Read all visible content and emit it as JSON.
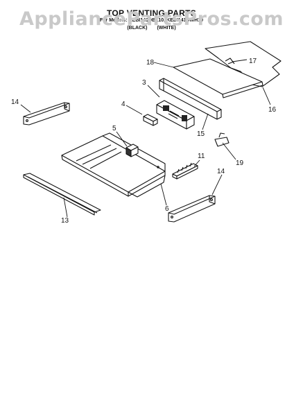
{
  "watermark": "AppliancePartsPros.com",
  "diagram": {
    "title": "TOP VENTING PARTS",
    "subtitle": "For Models: KEBI141DBL10, KEBI141DWH10",
    "color_labels": [
      "(BLACK)",
      "(WHITE)"
    ]
  },
  "callouts": [
    "18",
    "17",
    "3",
    "16",
    "14",
    "4",
    "15",
    "5",
    "19",
    "11",
    "14",
    "6",
    "13"
  ],
  "colors": {
    "line": "#111111",
    "watermark": "#c9c9c9"
  }
}
